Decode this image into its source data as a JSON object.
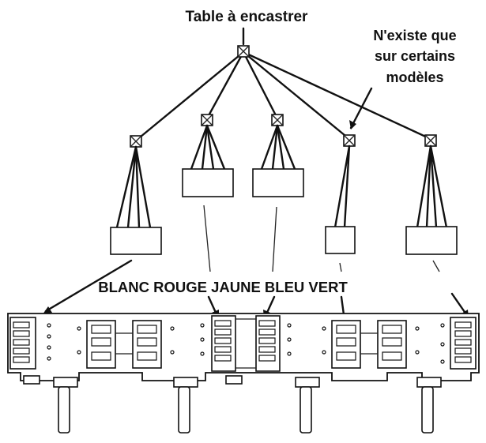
{
  "title": "Table à encastrer",
  "note_lines": [
    "N'existe que",
    "sur certains",
    "modèles"
  ],
  "colors_label": "BLANC ROUGE JAUNE BLEU VERT",
  "connector_colors": [
    "BLANC",
    "ROUGE",
    "JAUNE",
    "BLEU",
    "VERT"
  ],
  "icon": "junction-box-icon",
  "palette": {
    "line": "#111111",
    "background": "#ffffff"
  }
}
